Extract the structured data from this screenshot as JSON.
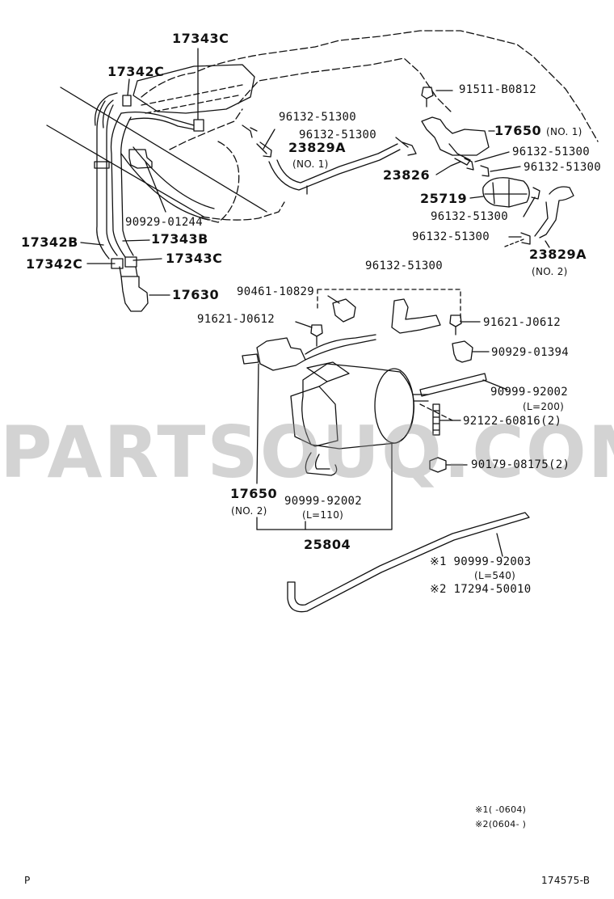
{
  "watermark": "PARTSOUQ.COM",
  "footer": {
    "left": "P",
    "right": "174575-B"
  },
  "notes": [
    "※1(     -0604)",
    "※2(0604-      )"
  ],
  "parts": {
    "p17343c_top": "17343C",
    "p17342c_top": "17342C",
    "p91511": "91511-B0812",
    "p96132_a": "96132-51300",
    "p96132_b": "96132-51300",
    "p17650_no1": "17650",
    "p17650_no1_sub": "(NO. 1)",
    "p96132_c": "96132-51300",
    "p96132_d": "96132-51300",
    "p23829a_1": "23829A",
    "p23829a_1_sub": "(NO. 1)",
    "p23826": "23826",
    "p25719": "25719",
    "p96132_e": "96132-51300",
    "p90929_01244": "90929-01244",
    "p96132_f": "96132-51300",
    "p17342b": "17342B",
    "p17343b": "17343B",
    "p23829a_2": "23829A",
    "p23829a_2_sub": "(NO. 2)",
    "p17342c_bot": "17342C",
    "p17343c_bot": "17343C",
    "p96132_g": "96132-51300",
    "p17630": "17630",
    "p90461": "90461-10829",
    "p91621_left": "91621-J0612",
    "p91621_right": "91621-J0612",
    "p90929_01394": "90929-01394",
    "p90999_92002_r": "90999-92002",
    "p90999_92002_r_sub": "(L=200)",
    "p92122": "92122-60816(2)",
    "p90179": "90179-08175(2)",
    "p17650_no2": "17650",
    "p17650_no2_sub": "(NO. 2)",
    "p90999_92002_b": "90999-92002",
    "p90999_92002_b_sub": "(L=110)",
    "p25804": "25804",
    "p90999_92003": "※1  90999-92003",
    "p90999_92003_sub": "(L=540)",
    "p17294": "※2  17294-50010"
  }
}
